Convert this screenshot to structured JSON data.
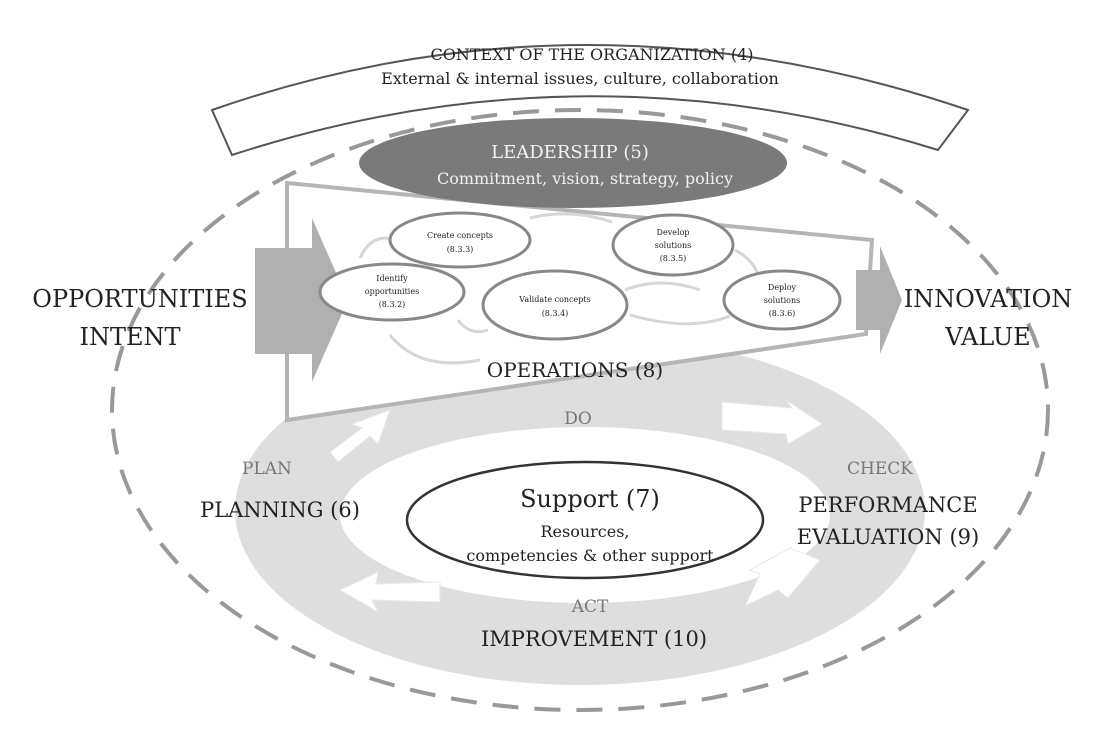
{
  "context": {
    "title": "CONTEXT OF THE ORGANIZATION (4)",
    "subtitle": "External & internal issues, culture, collaboration"
  },
  "leadership": {
    "title": "LEADERSHIP (5)",
    "subtitle": "Commitment, vision, strategy, policy"
  },
  "inputs": {
    "line1": "OPPORTUNITIES",
    "line2": "INTENT"
  },
  "outputs": {
    "line1": "INNOVATION",
    "line2": "VALUE"
  },
  "operations": {
    "label": "OPERATIONS (8)",
    "steps": [
      {
        "l1": "Identify",
        "l2": "opportunities",
        "num": "(8.3.2)"
      },
      {
        "l1": "Create concepts",
        "num": "(8.3.3)"
      },
      {
        "l1": "Validate concepts",
        "num": "(8.3.4)"
      },
      {
        "l1": "Develop",
        "l2": "solutions",
        "num": "(8.3.5)"
      },
      {
        "l1": "Deploy",
        "l2": "solutions",
        "num": "(8.3.6)"
      }
    ]
  },
  "cycle": {
    "do": "DO",
    "plan": "PLAN",
    "check": "CHECK",
    "act": "ACT",
    "planning": "PLANNING (6)",
    "performance_l1": "PERFORMANCE",
    "performance_l2": "EVALUATION (9)",
    "improvement": "IMPROVEMENT (10)"
  },
  "support": {
    "title": "Support (7)",
    "line1": "Resources,",
    "line2": "competencies & other support"
  },
  "colors": {
    "dark": "#222222",
    "ring": "#dcdcdc",
    "leadership_fill": "#7a7a7a",
    "outline": "#9a9a9a"
  }
}
